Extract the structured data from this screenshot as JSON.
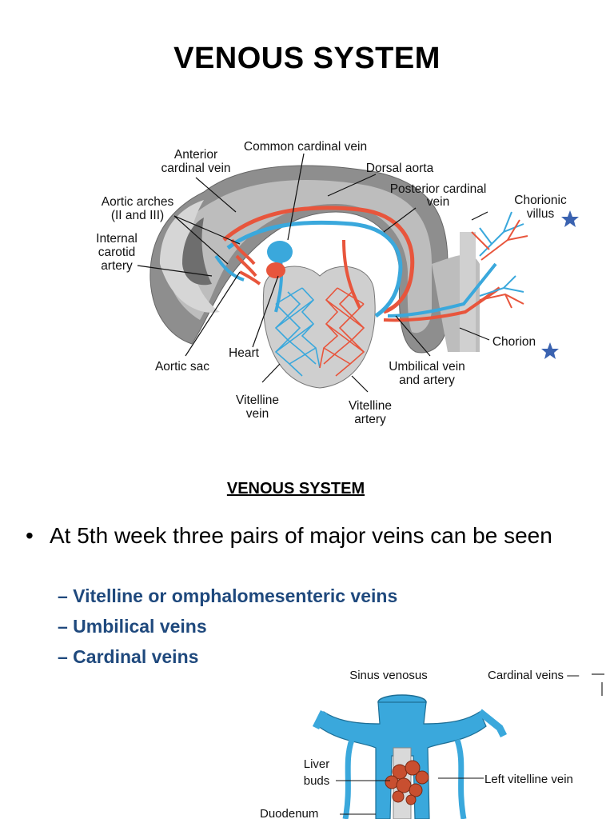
{
  "slide1": {
    "title": "VENOUS SYSTEM",
    "diagram_labels": {
      "common_cardinal": "Common cardinal vein",
      "anterior_cardinal_1": "Anterior",
      "anterior_cardinal_2": "cardinal vein",
      "dorsal_aorta": "Dorsal aorta",
      "posterior_cardinal_1": "Posterior cardinal",
      "posterior_cardinal_2": "vein",
      "aortic_arches_1": "Aortic arches",
      "aortic_arches_2": "(II and III)",
      "internal_carotid_1": "Internal",
      "internal_carotid_2": "carotid",
      "internal_carotid_3": "artery",
      "chorionic_1": "Chorionic",
      "chorionic_2": "villus",
      "chorion": "Chorion",
      "heart": "Heart",
      "aortic_sac": "Aortic sac",
      "umbilical_1": "Umbilical vein",
      "umbilical_2": "and artery",
      "vitelline_vein_1": "Vitelline",
      "vitelline_vein_2": "vein",
      "vitelline_artery_1": "Vitelline",
      "vitelline_artery_2": "artery"
    }
  },
  "slide2": {
    "title": "VENOUS SYSTEM",
    "bullet_symbol": "•",
    "bullet": "At 5th week three pairs of major veins can be seen",
    "subitems": [
      "– Vitelline or omphalomesenteric veins",
      "– Umbilical veins",
      "– Cardinal veins"
    ],
    "diagram_labels": {
      "sinus_venosus": "Sinus venosus",
      "cardinal_veins": "Cardinal veins —",
      "liver_buds_1": "Liver",
      "liver_buds_2": "buds",
      "left_vitelline": "Left vitelline vein",
      "duodenum": "Duodenum"
    }
  },
  "colors": {
    "vein": "#3aa8dc",
    "artery": "#e8553c",
    "subitem": "#1f497d",
    "star": "#3a62b0"
  }
}
